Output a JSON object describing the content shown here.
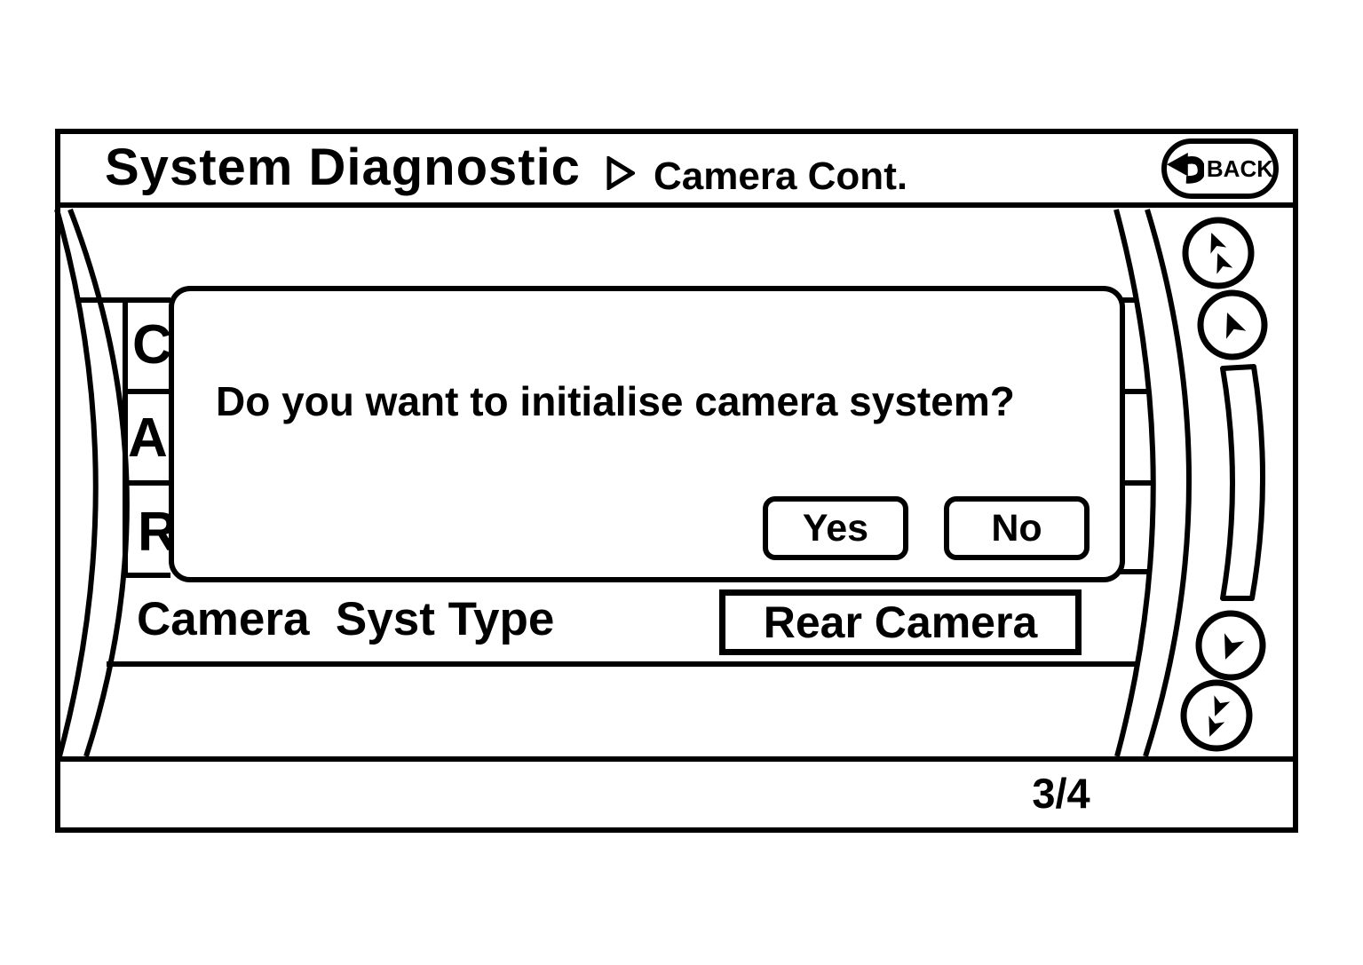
{
  "title_bar": {
    "title": "System Diagnostic",
    "breadcrumb_separator_icon": "right-triangle-icon",
    "subtitle": "Camera Cont.",
    "back_button": {
      "label": "BACK",
      "icon": "back-curved-arrow-icon"
    }
  },
  "list": {
    "visible_item_fragments": [
      "C",
      "A",
      "R"
    ],
    "type_row": {
      "label": "Camera  Syst Type",
      "value": "Rear Camera"
    }
  },
  "dialog": {
    "message": "Do you want to initialise camera system?",
    "buttons": [
      {
        "label": "Yes"
      },
      {
        "label": "No"
      }
    ]
  },
  "scroll_controls": {
    "icons": [
      "double-arrow-up-icon",
      "arrow-up-icon",
      "scrollbar-thumb",
      "arrow-down-icon",
      "double-arrow-down-icon"
    ]
  },
  "status_bar": {
    "page_indicator": "3/4"
  },
  "colors": {
    "ink": "#000000",
    "paper": "#ffffff"
  }
}
